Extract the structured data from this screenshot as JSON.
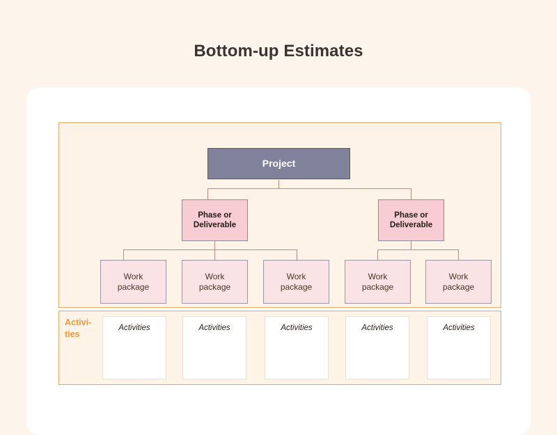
{
  "page": {
    "title": "Bottom-up Estimates",
    "background_color": "#fdf5ec",
    "card_color": "#ffffff",
    "panel_background": "#fdf3e6",
    "panel_border_color": "#e8a861",
    "accent_color": "#f0973b"
  },
  "diagram": {
    "type": "tree",
    "root": {
      "label": "Project",
      "fill": "#80819a",
      "text_color": "#ffffff"
    },
    "phases": [
      {
        "label": "Phase or Deliverable",
        "line1": "Phase or",
        "line2": "Deliverable",
        "fill": "#f7cdd3"
      },
      {
        "label": "Phase or Deliverable",
        "line1": "Phase or",
        "line2": "Deliverable",
        "fill": "#f7cdd3"
      }
    ],
    "work_packages": [
      {
        "label": "Work package",
        "line1": "Work",
        "line2": "package",
        "fill": "#fae3e4",
        "parent": 0
      },
      {
        "label": "Work package",
        "line1": "Work",
        "line2": "package",
        "fill": "#fae3e4",
        "parent": 0
      },
      {
        "label": "Work package",
        "line1": "Work",
        "line2": "package",
        "fill": "#fae3e4",
        "parent": 0
      },
      {
        "label": "Work package",
        "line1": "Work",
        "line2": "package",
        "fill": "#fae3e4",
        "parent": 1
      },
      {
        "label": "Work package",
        "line1": "Work",
        "line2": "package",
        "fill": "#fae3e4",
        "parent": 1
      }
    ]
  },
  "activities_row": {
    "row_label_line1": "Activi-",
    "row_label_line2": "ties",
    "row_label": "Activities",
    "boxes": [
      {
        "label": "Activities"
      },
      {
        "label": "Activities"
      },
      {
        "label": "Activities"
      },
      {
        "label": "Activities"
      },
      {
        "label": "Activities"
      }
    ]
  }
}
